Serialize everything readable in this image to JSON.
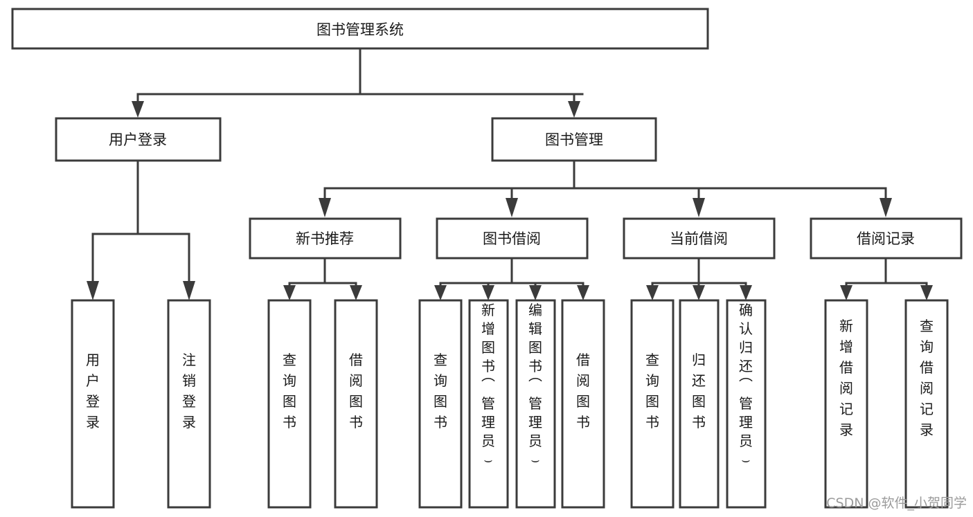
{
  "diagram": {
    "type": "tree-hierarchy",
    "title": "图书管理系统",
    "orientation": "top-down",
    "colors": {
      "box_stroke": "#3b3b3b",
      "box_fill": "#ffffff",
      "connector": "#3b3b3b",
      "text": "#1a1a1a",
      "watermark": "#9b9b9b",
      "background": "#ffffff"
    },
    "nodes": {
      "root": {
        "label": "图书管理系统"
      },
      "level2": [
        {
          "id": "user-login",
          "label": "用户登录"
        },
        {
          "id": "book-manage",
          "label": "图书管理"
        }
      ],
      "level3": [
        {
          "id": "new-book-recommend",
          "label": "新书推荐"
        },
        {
          "id": "book-borrow",
          "label": "图书借阅"
        },
        {
          "id": "current-borrow",
          "label": "当前借阅"
        },
        {
          "id": "borrow-record",
          "label": "借阅记录"
        }
      ],
      "leaves": {
        "user_login": [
          {
            "id": "leaf-user-login",
            "label": "用户登录"
          },
          {
            "id": "leaf-logout-login",
            "label": "注销登录"
          }
        ],
        "new_book_recommend": [
          {
            "id": "leaf-query-book-1",
            "label": "查询图书"
          },
          {
            "id": "leaf-borrow-book-1",
            "label": "借阅图书"
          }
        ],
        "book_borrow": [
          {
            "id": "leaf-query-book-2",
            "label": "查询图书"
          },
          {
            "id": "leaf-add-book",
            "label": "新增图书（管理员）"
          },
          {
            "id": "leaf-edit-book",
            "label": "编辑图书（管理员）"
          },
          {
            "id": "leaf-borrow-book-2",
            "label": "借阅图书"
          }
        ],
        "current_borrow": [
          {
            "id": "leaf-query-book-3",
            "label": "查询图书"
          },
          {
            "id": "leaf-return-book",
            "label": "归还图书"
          },
          {
            "id": "leaf-confirm-return",
            "label": "确认归还（管理员）"
          }
        ],
        "borrow_record": [
          {
            "id": "leaf-add-record",
            "label": "新增借阅记录"
          },
          {
            "id": "leaf-query-record",
            "label": "查询借阅记录"
          }
        ]
      }
    }
  },
  "watermark": {
    "text": "CSDN @软件_小贺同学"
  }
}
